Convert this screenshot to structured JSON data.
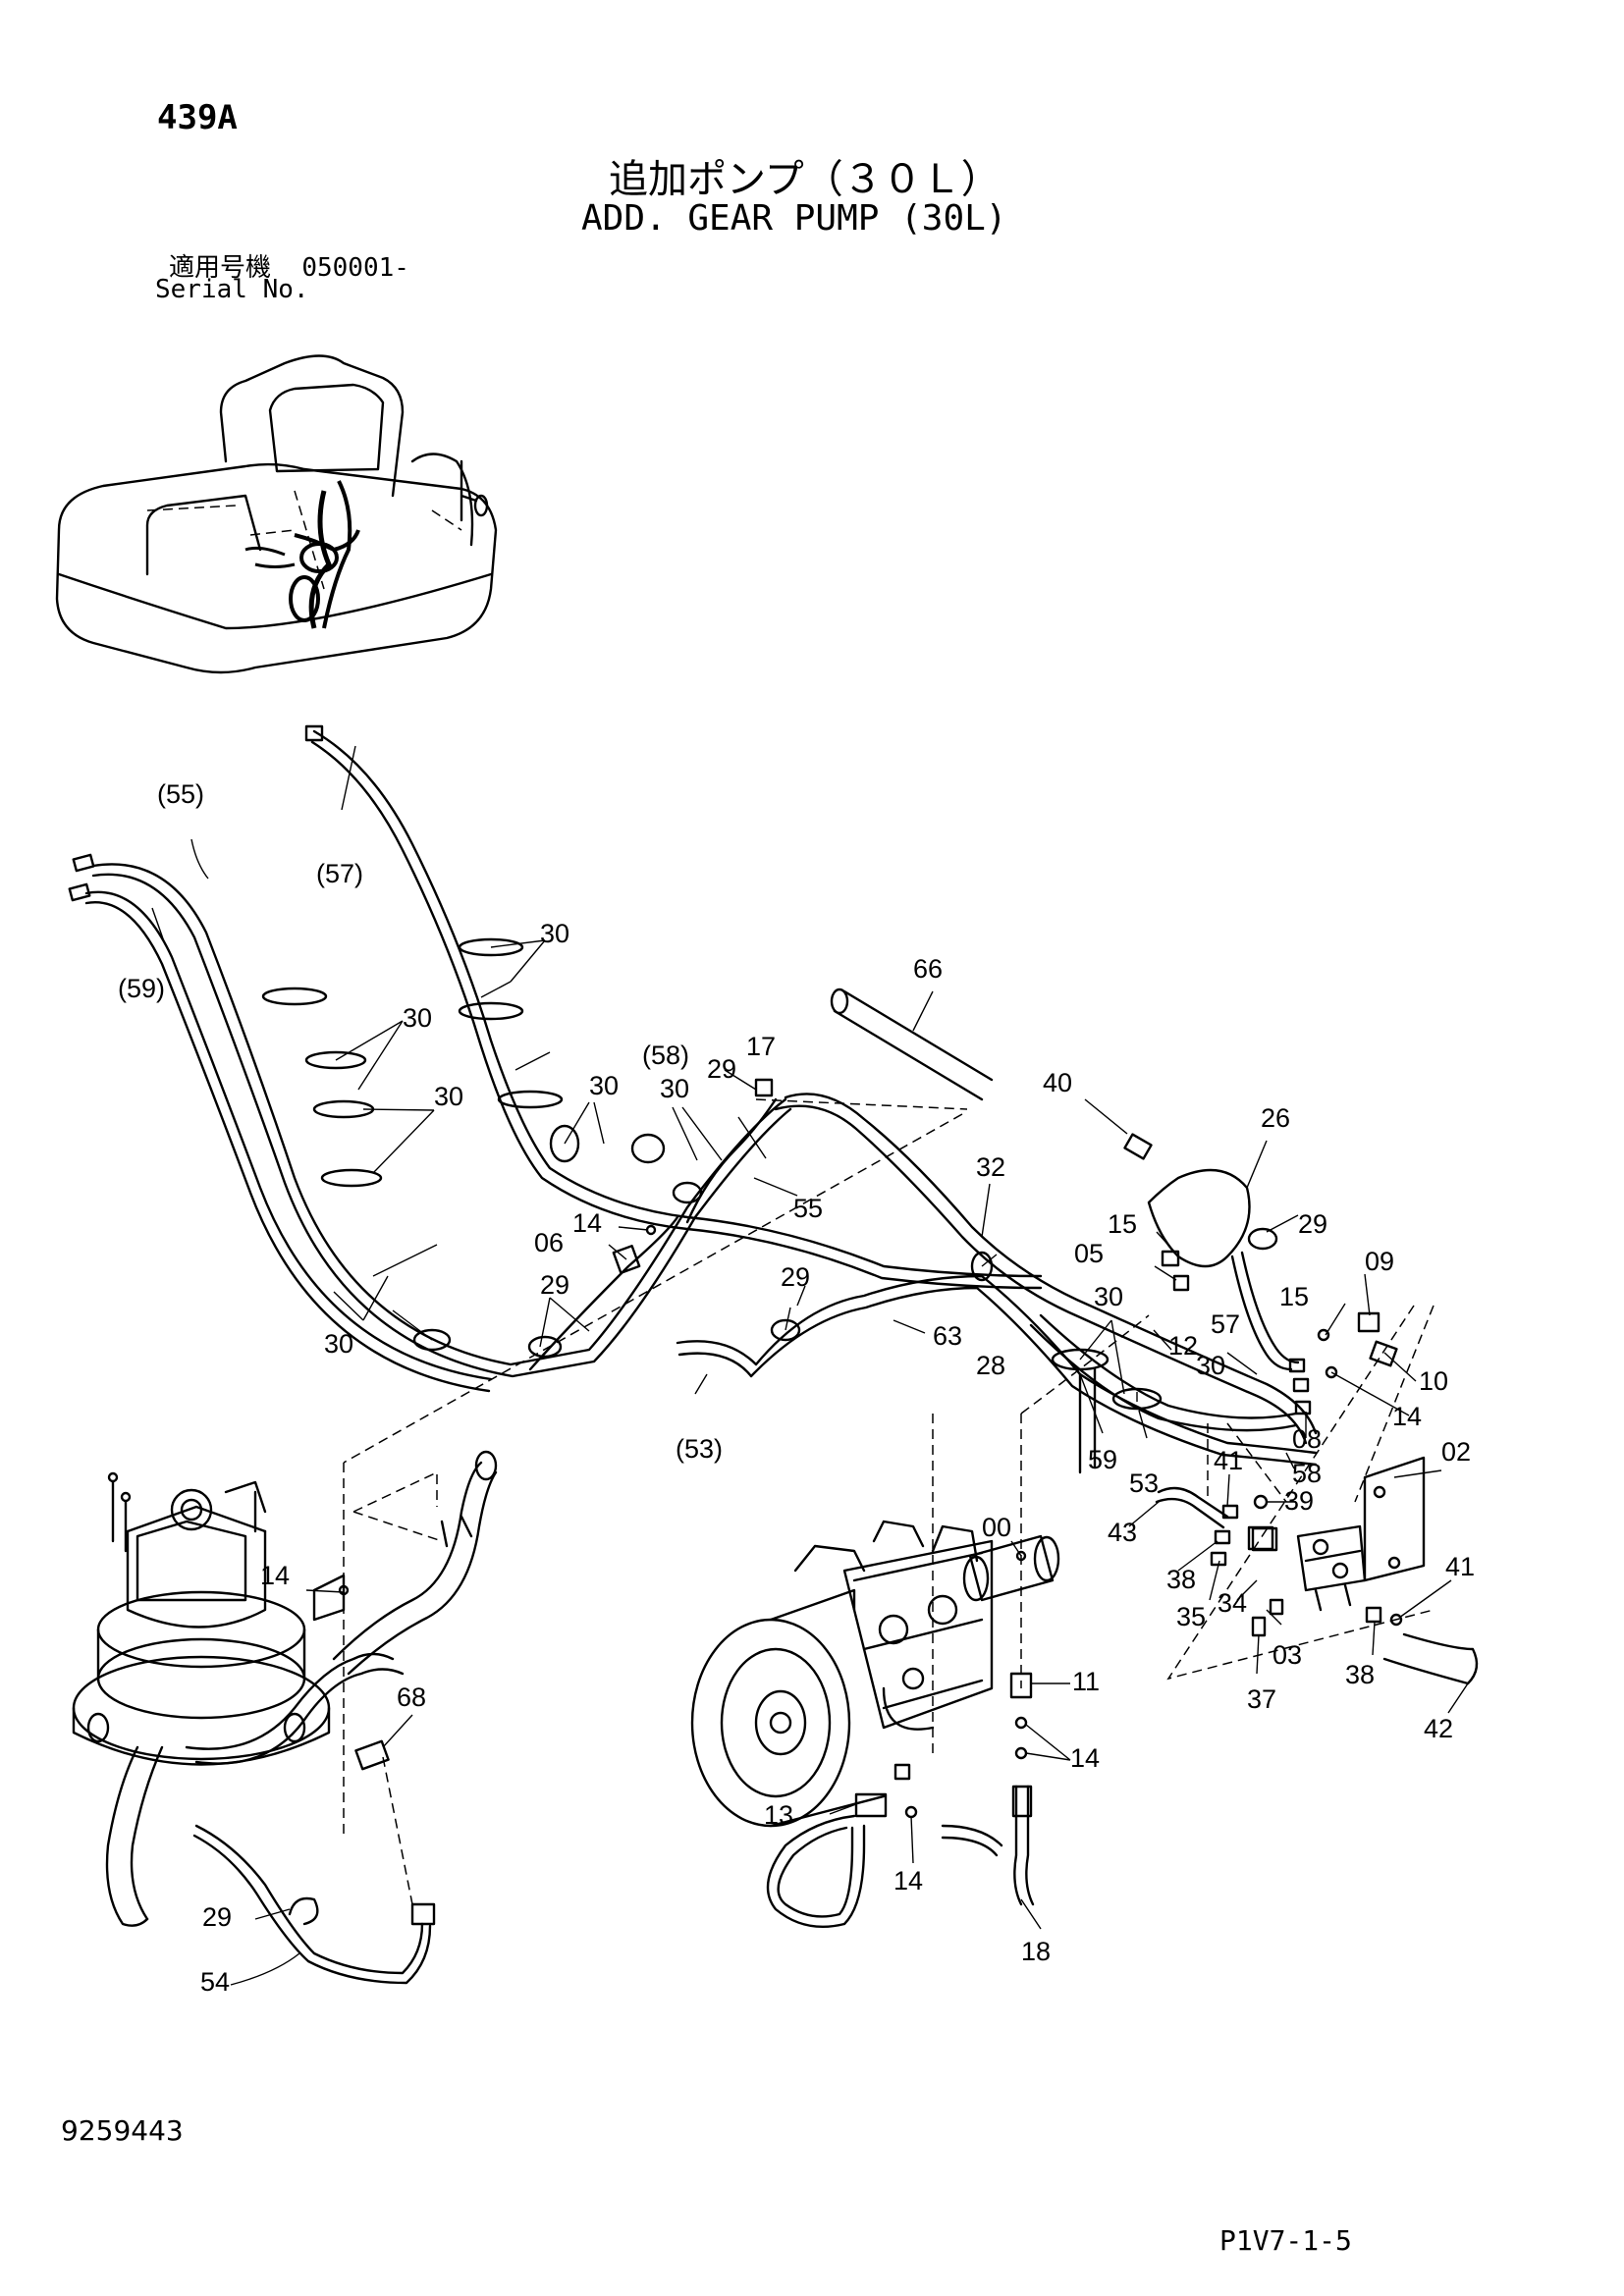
{
  "header": {
    "page_code": "439A",
    "title_jp": "追加ポンプ（３０Ｌ）",
    "title_en": "ADD. GEAR PUMP (30L)",
    "serial_label_jp": "適用号機",
    "serial_value": "050001-",
    "serial_label_en": "Serial No."
  },
  "footer": {
    "document_number": "9259443",
    "page_reference": "P1V7-1-5"
  },
  "callouts": [
    "(55)",
    "(57)",
    "30",
    "(59)",
    "30",
    "66",
    "(58)",
    "17",
    "29",
    "30",
    "30",
    "30",
    "55",
    "14",
    "06",
    "29",
    "30",
    "40",
    "26",
    "32",
    "15",
    "29",
    "05",
    "09",
    "29",
    "63",
    "28",
    "30",
    "12",
    "15",
    "57",
    "10",
    "14",
    "30",
    "(53)",
    "59",
    "53",
    "08",
    "58",
    "02",
    "41",
    "39",
    "43",
    "00",
    "38",
    "41",
    "35",
    "34",
    "14",
    "03",
    "38",
    "37",
    "42",
    "68",
    "11",
    "14",
    "13",
    "29",
    "14",
    "54",
    "18"
  ]
}
